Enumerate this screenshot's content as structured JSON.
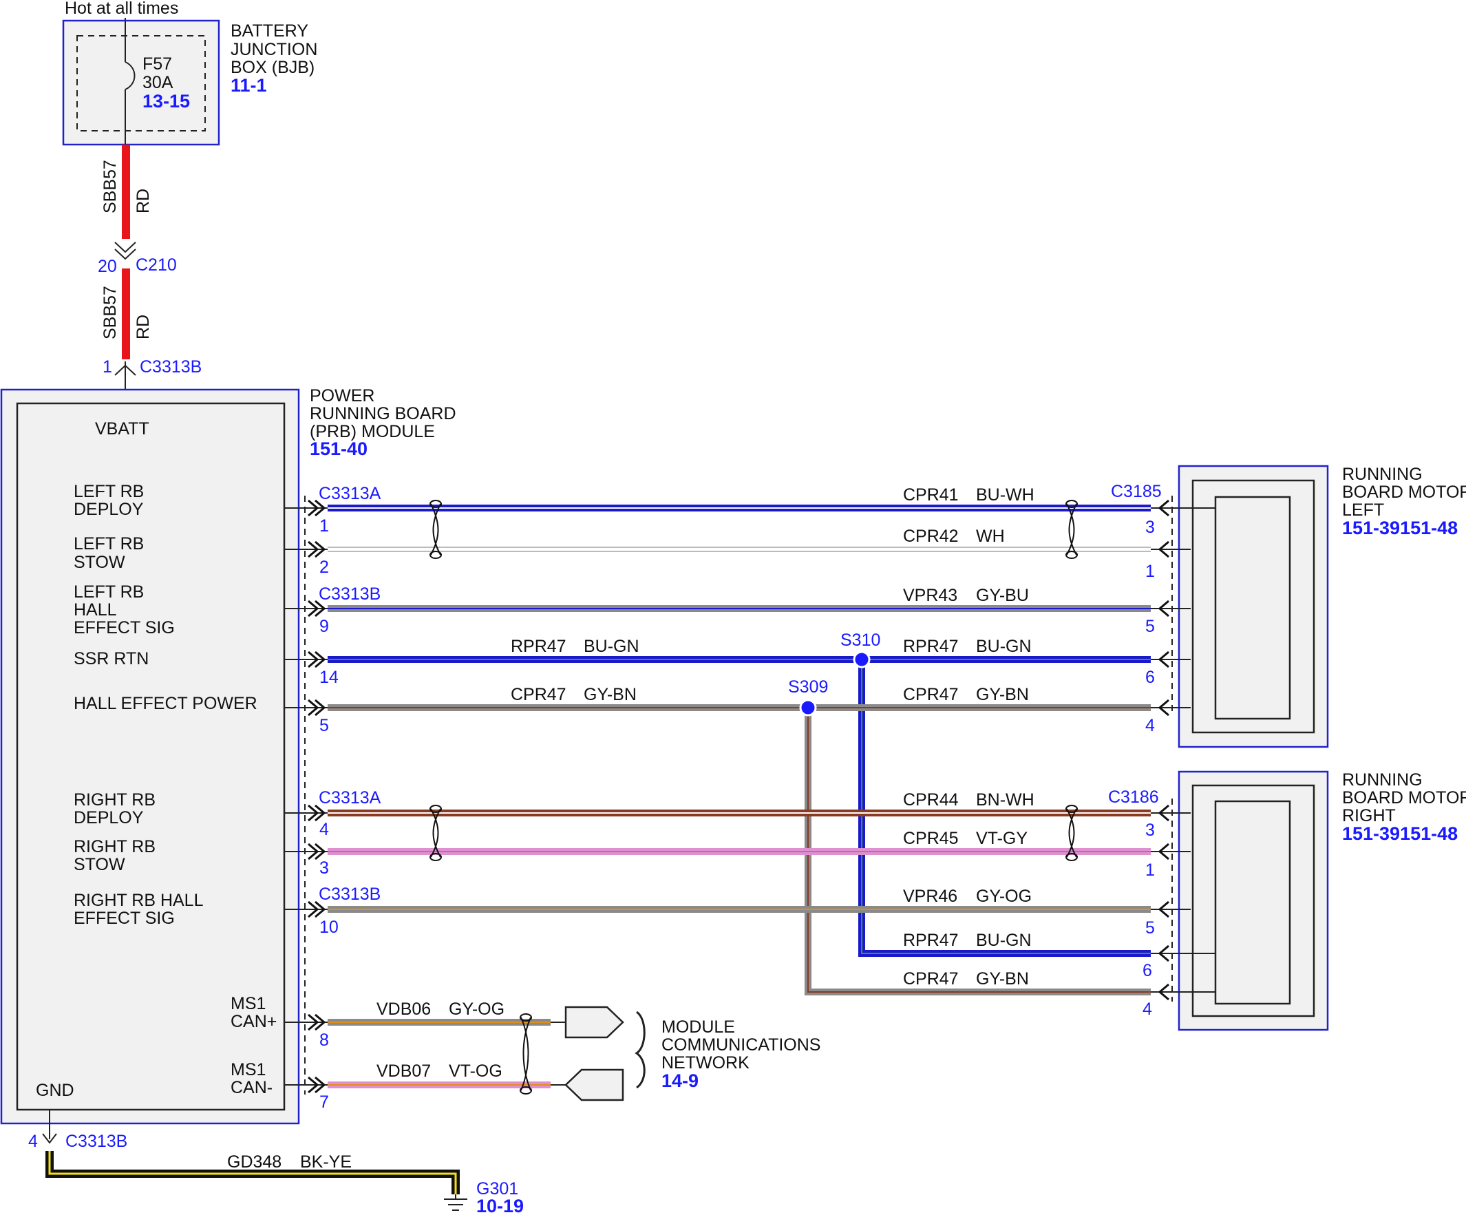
{
  "supply_note": "Hot at all times",
  "bjb": {
    "title": [
      "BATTERY",
      "JUNCTION",
      "BOX (BJB)"
    ],
    "ref": "11-1",
    "fuse_name": "F57",
    "fuse_rating": "30A",
    "fuse_ref": "13-15"
  },
  "feed_wire": {
    "circuit": "SBB57",
    "color": "RD"
  },
  "c210": {
    "name": "C210",
    "pin": "20"
  },
  "c3313b_top": {
    "name": "C3313B",
    "pin": "1"
  },
  "prb": {
    "title": [
      "POWER",
      "RUNNING BOARD",
      "(PRB) MODULE"
    ],
    "ref": "151-40",
    "pins": {
      "vbatt": "VBATT",
      "left_deploy": [
        "LEFT RB",
        "DEPLOY"
      ],
      "left_stow": [
        "LEFT RB",
        "STOW"
      ],
      "left_hall": [
        "LEFT RB",
        "HALL",
        "EFFECT SIG"
      ],
      "ssr_rtn": "SSR RTN",
      "hall_power": "HALL EFFECT POWER",
      "right_deploy": [
        "RIGHT RB",
        "DEPLOY"
      ],
      "right_stow": [
        "RIGHT RB",
        "STOW"
      ],
      "right_hall": [
        "RIGHT RB HALL",
        "EFFECT SIG"
      ],
      "can_plus": [
        "MS1",
        "CAN+"
      ],
      "can_minus": [
        "MS1",
        "CAN-"
      ],
      "gnd": "GND"
    }
  },
  "motor_left": {
    "title": [
      "RUNNING",
      "BOARD MOTOR,",
      "LEFT"
    ],
    "ref": "151-39151-48",
    "connector": "C3185"
  },
  "motor_right": {
    "title": [
      "RUNNING",
      "BOARD MOTOR,",
      "RIGHT"
    ],
    "ref": "151-39151-48",
    "connector": "C3186"
  },
  "connectors": {
    "c3313a": "C3313A",
    "c3313b": "C3313B"
  },
  "wires": {
    "cpr41": {
      "circuit": "CPR41",
      "color": "BU-WH",
      "mod_pin": "1",
      "motor_pin": "3"
    },
    "cpr42": {
      "circuit": "CPR42",
      "color": "WH",
      "mod_pin": "2",
      "motor_pin": "1"
    },
    "vpr43": {
      "circuit": "VPR43",
      "color": "GY-BU",
      "mod_pin": "9",
      "motor_pin": "5"
    },
    "rpr47_a": {
      "circuit": "RPR47",
      "color": "BU-GN",
      "mod_pin": "14"
    },
    "rpr47_b": {
      "circuit": "RPR47",
      "color": "BU-GN",
      "motor_pin": "6"
    },
    "cpr47_a": {
      "circuit": "CPR47",
      "color": "GY-BN",
      "mod_pin": "5"
    },
    "cpr47_b": {
      "circuit": "CPR47",
      "color": "GY-BN",
      "motor_pin": "4"
    },
    "cpr44": {
      "circuit": "CPR44",
      "color": "BN-WH",
      "mod_pin": "4",
      "motor_pin": "3"
    },
    "cpr45": {
      "circuit": "CPR45",
      "color": "VT-GY",
      "mod_pin": "3",
      "motor_pin": "1"
    },
    "vpr46": {
      "circuit": "VPR46",
      "color": "GY-OG",
      "mod_pin": "10",
      "motor_pin": "5"
    },
    "rpr47_r": {
      "circuit": "RPR47",
      "color": "BU-GN",
      "motor_pin": "6"
    },
    "cpr47_r": {
      "circuit": "CPR47",
      "color": "GY-BN",
      "motor_pin": "4"
    },
    "vdb06": {
      "circuit": "VDB06",
      "color": "GY-OG",
      "mod_pin": "8"
    },
    "vdb07": {
      "circuit": "VDB07",
      "color": "VT-OG",
      "mod_pin": "7"
    },
    "gd348": {
      "circuit": "GD348",
      "color": "BK-YE"
    }
  },
  "splices": {
    "s310": "S310",
    "s309": "S309"
  },
  "network": {
    "title": [
      "MODULE",
      "COMMUNICATIONS",
      "NETWORK"
    ],
    "ref": "14-9"
  },
  "ground_conn": {
    "name": "C3313B",
    "pin": "4"
  },
  "ground": {
    "name": "G301",
    "ref": "10-19"
  },
  "colors": {
    "red": "#e8161b",
    "blue": "#1a1acc",
    "white_wire": "#bbbbbb",
    "gray": "#8a8a8a",
    "green": "#3a9a3a",
    "brown": "#8a3a20",
    "violet": "#e090d0",
    "orange": "#e0901a",
    "black": "#111111",
    "yellow": "#f5e11a",
    "link_blue": "#1a1aff"
  }
}
